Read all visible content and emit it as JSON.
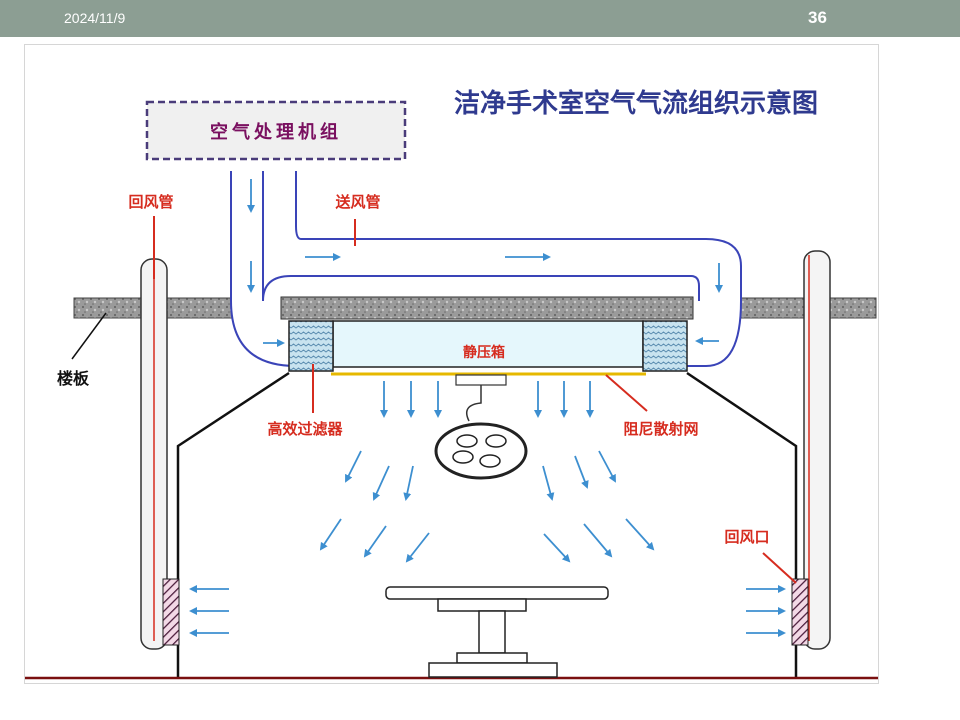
{
  "header": {
    "date": "2024/11/9",
    "page_number": "36"
  },
  "diagram": {
    "title": "洁净手术室空气气流组织示意图",
    "labels": {
      "ahu": "空气处理机组",
      "return_duct": "回风管",
      "supply_duct": "送风管",
      "floor_slab": "楼板",
      "plenum": "静压箱",
      "hepa_filter": "高效过滤器",
      "diffuser": "阻尼散射网",
      "return_outlet": "回风口"
    },
    "colors": {
      "title": "#2f3a8f",
      "label": "#d62c1f",
      "ahu_text": "#7a1060",
      "duct_line": "#3a44b8",
      "arrow": "#3d8fd0"
    }
  }
}
